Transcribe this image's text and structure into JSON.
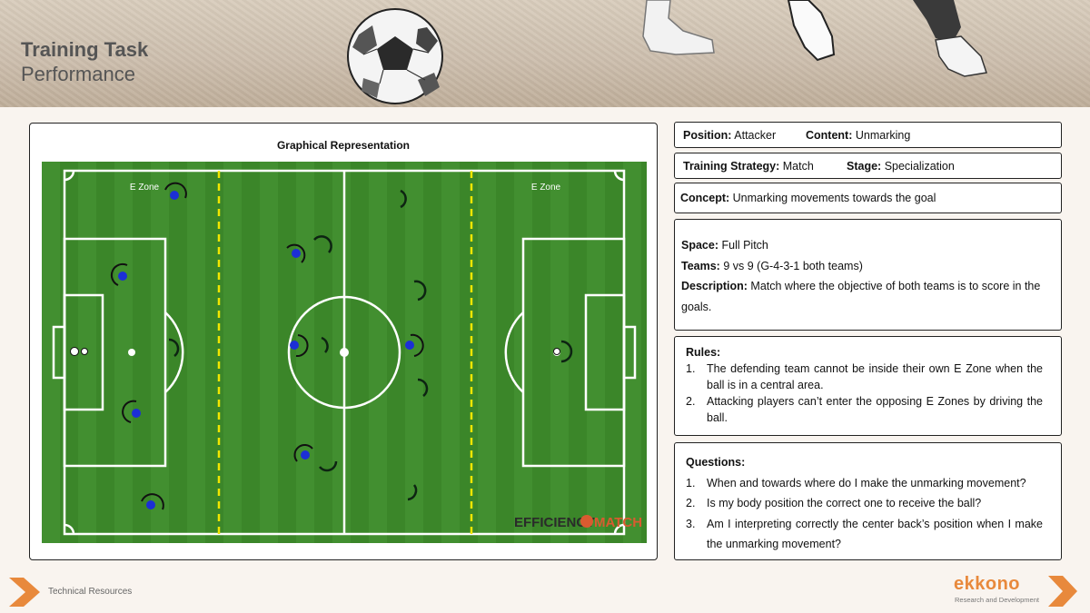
{
  "header": {
    "title": "Training Task",
    "subtitle": "Performance"
  },
  "graph": {
    "title": "Graphical Representation",
    "zones": [
      "E Zone",
      "E Zone"
    ],
    "watermark_a": "EFFICIENCY",
    "watermark_b": "MATCH",
    "pitch_color": "#3f8f2c",
    "team_color": "#1c2fd6",
    "zone_line_color": "#f2e600"
  },
  "info": {
    "position_label": "Position:",
    "position_value": "Attacker",
    "content_label": "Content:",
    "content_value": "Unmarking",
    "strategy_label": "Training Strategy:",
    "strategy_value": "Match",
    "stage_label": "Stage:",
    "stage_value": "Specialization",
    "concept_label": "Concept:",
    "concept_value": "Unmarking movements towards the goal",
    "space_label": "Space:",
    "space_value": "Full Pitch",
    "teams_label": "Teams:",
    "teams_value": "9 vs 9 (G-4-3-1 both teams)",
    "description_label": "Description:",
    "description_value": "Match where the objective of both teams is to score in the goals."
  },
  "rules": {
    "title": "Rules:",
    "items": [
      {
        "num": "1.",
        "text": "The defending team cannot be inside their own E Zone when the ball is in a central area."
      },
      {
        "num": "2.",
        "text": "Attacking players can’t enter the opposing E Zones by driving the ball."
      }
    ]
  },
  "questions": {
    "title": "Questions:",
    "items": [
      {
        "num": "1.",
        "text": "When and towards where do I make the unmarking movement?"
      },
      {
        "num": "2.",
        "text": "Is my body position the correct one to receive the ball?"
      },
      {
        "num": "3.",
        "text": "Am I interpreting correctly the center back’s position when I make the unmarking movement?"
      }
    ]
  },
  "footer": {
    "left_text": "Technical Resources",
    "brand": "ekkono",
    "brand_sub": "Research and Development",
    "accent_color": "#e8893c"
  }
}
